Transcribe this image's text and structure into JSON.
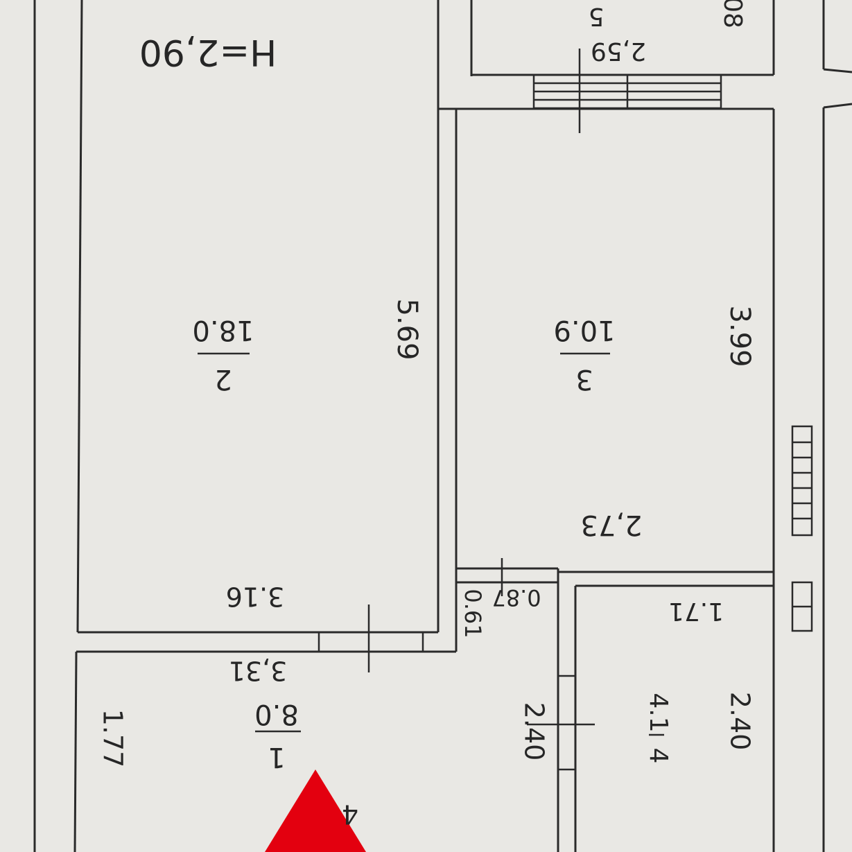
{
  "plan": {
    "ceiling_height": "H=2,90",
    "rooms": [
      {
        "number": "1",
        "area": "8.0",
        "dims": [
          "3,31",
          "1.77"
        ]
      },
      {
        "number": "2",
        "area": "18.0",
        "dims": [
          "3.16",
          "5.69"
        ]
      },
      {
        "number": "3",
        "area": "10.9",
        "dims": [
          "2,73",
          "3.99"
        ]
      },
      {
        "number": "4",
        "area": "4.1",
        "dims": [
          "1.71",
          "2.40"
        ]
      },
      {
        "number": "5",
        "area": "",
        "dims": [
          "2,59",
          "08"
        ]
      }
    ],
    "extra_dims": [
      "0.61",
      "0.87",
      "2.40"
    ],
    "marker": {
      "label": "4",
      "color": "#e3000f"
    },
    "line_color": "#2a2a2a"
  }
}
